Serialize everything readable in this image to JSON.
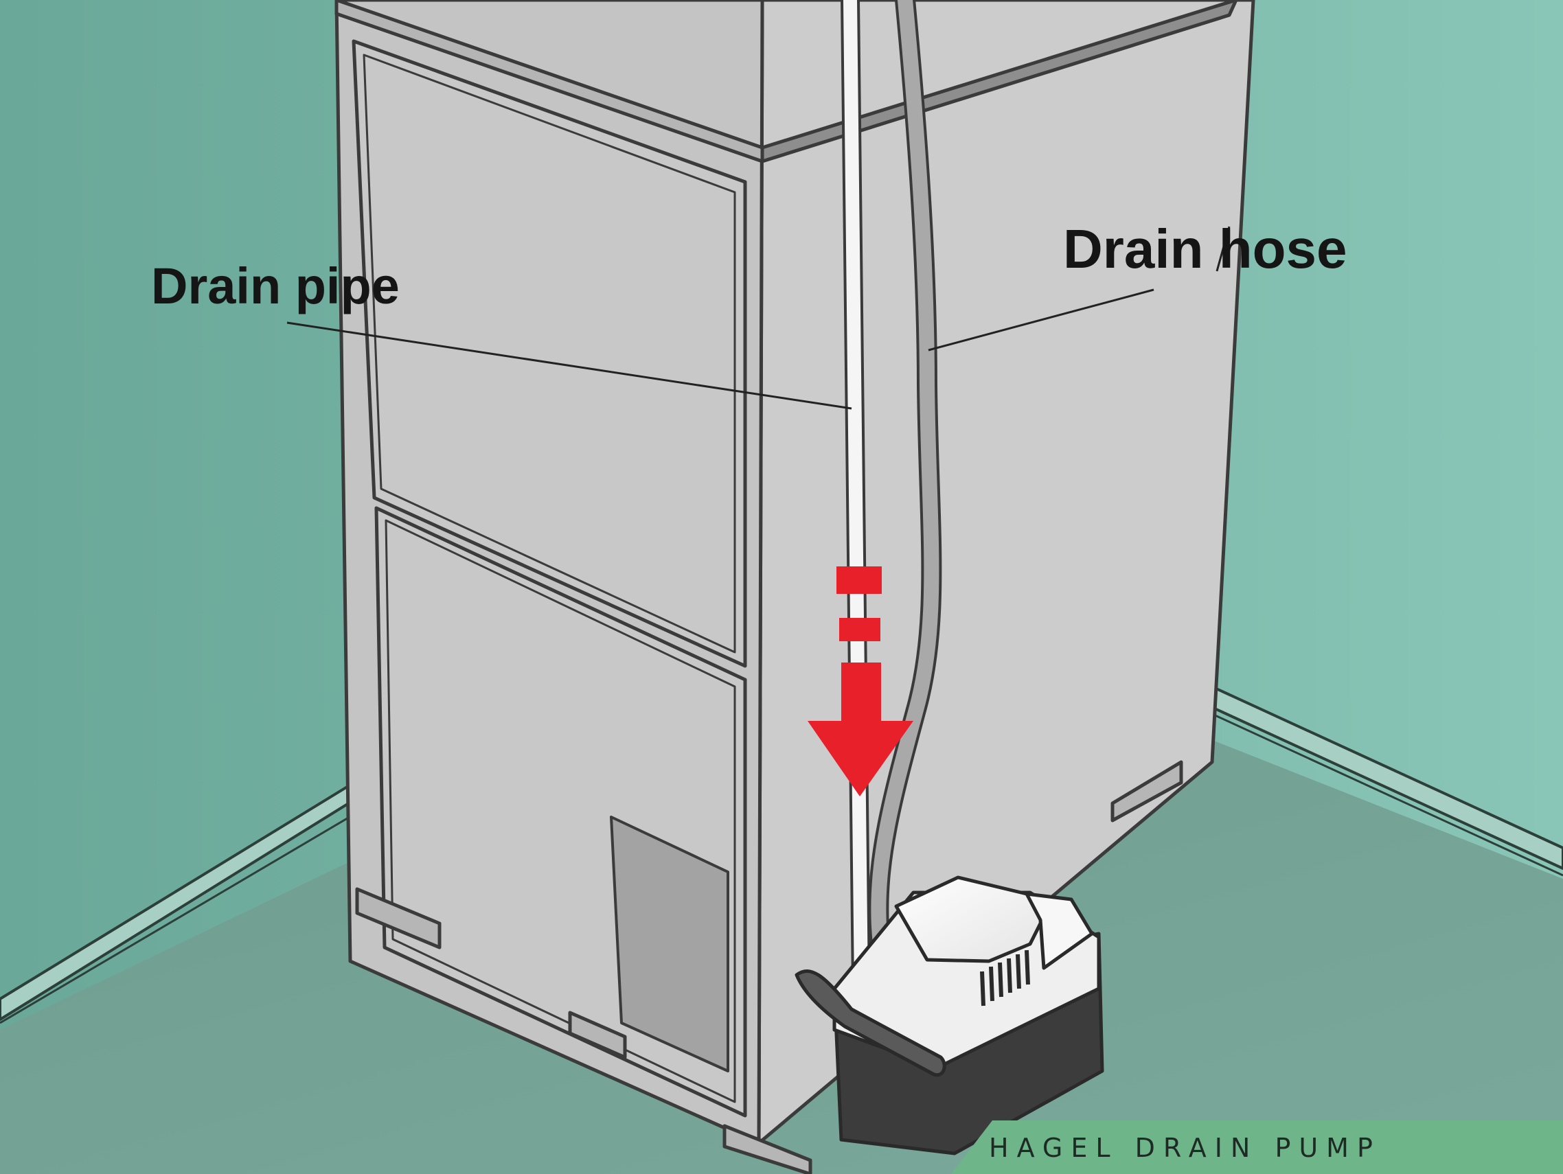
{
  "labels": {
    "drain_pipe": "Drain pipe",
    "drain_hose": "Drain hose"
  },
  "watermark": {
    "text": "HAGEL DRAIN PUMP"
  },
  "colors": {
    "wall": "#7dbdad",
    "floor": "#75a89a",
    "unit_side": "#cacaca",
    "unit_front": "#c6c6c6",
    "arrow": "#e8202a",
    "pump_base": "#3a3a3a",
    "watermark_band": "#6fb58a"
  },
  "icons": {
    "flow_arrow": "arrow-down-icon"
  }
}
